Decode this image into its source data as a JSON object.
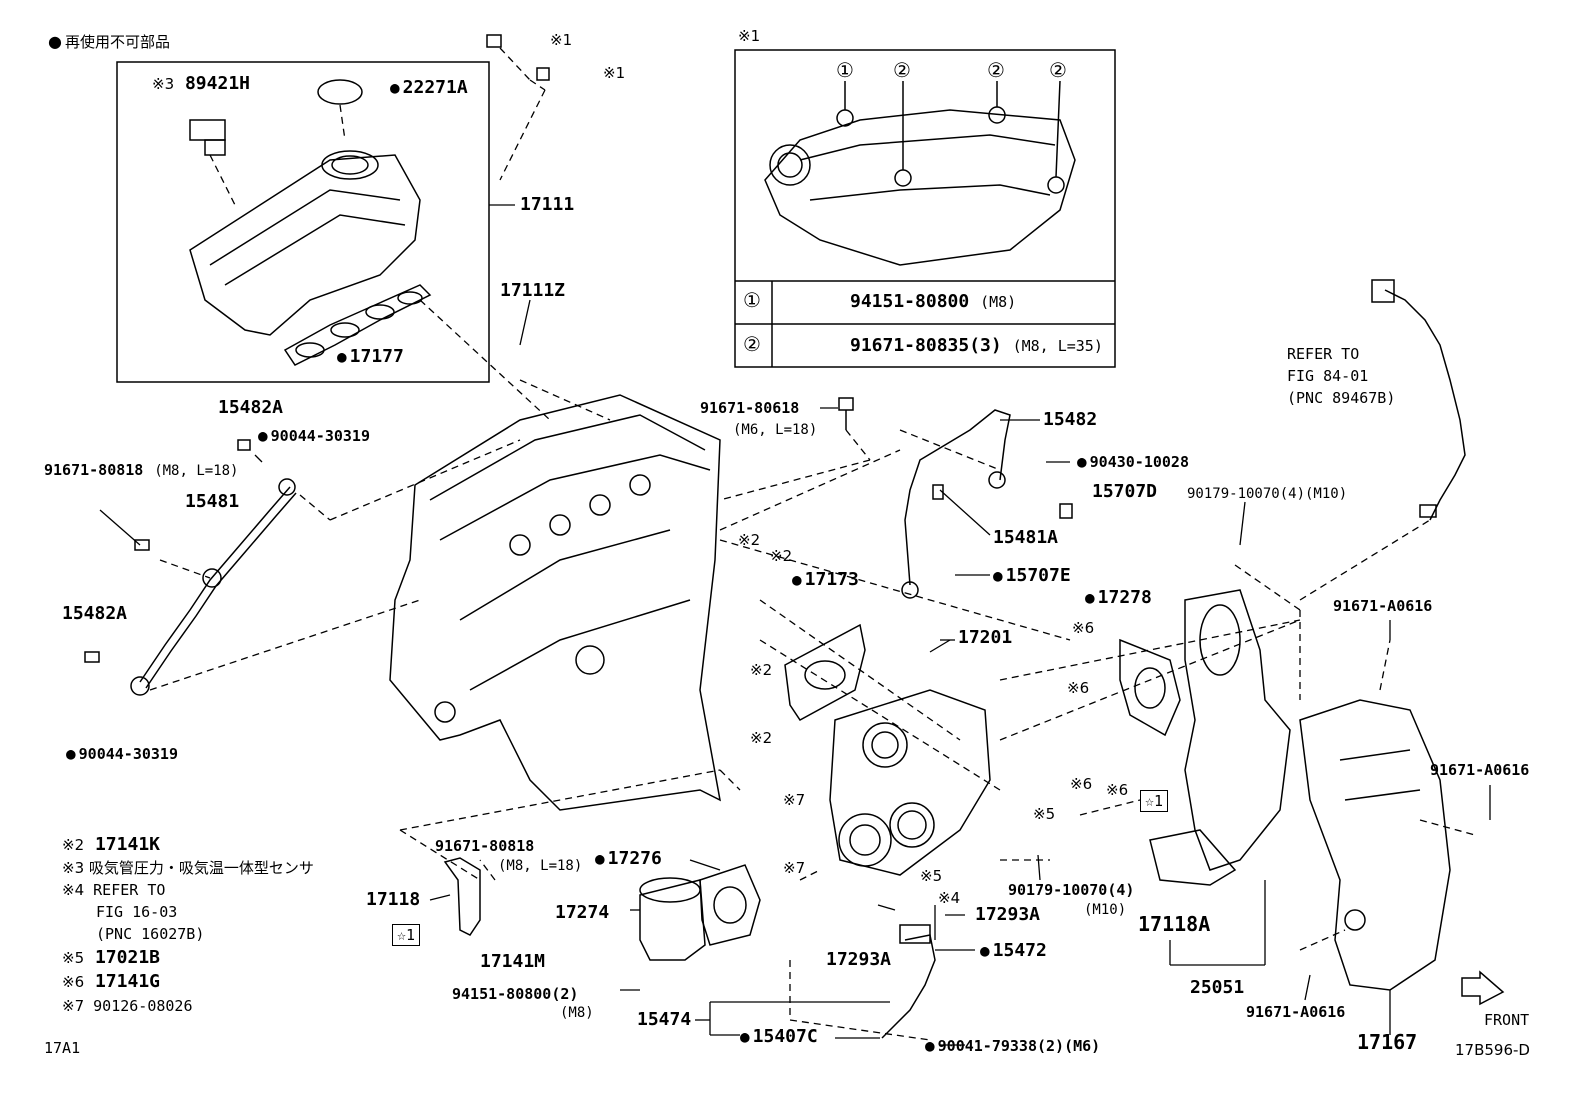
{
  "legend": {
    "non_reusable": "再使用不可部品"
  },
  "notes": {
    "n2": {
      "mark": "※2",
      "text": "17141K"
    },
    "n3": {
      "mark": "※3",
      "text": "吸気管圧力・吸気温一体型センサ"
    },
    "n4": {
      "mark": "※4",
      "text": "REFER TO",
      "line2": "FIG 16-03",
      "line3": "(PNC 16027B)"
    },
    "n5": {
      "mark": "※5",
      "text": "17021B"
    },
    "n6": {
      "mark": "※6",
      "text": "17141G"
    },
    "n7": {
      "mark": "※7",
      "text": "90126-08026"
    }
  },
  "inset": {
    "mark": "※1",
    "circles": [
      "①",
      "②",
      "②",
      "②"
    ],
    "rows": [
      {
        "num": "①",
        "part": "94151-80800",
        "spec": "(M8)"
      },
      {
        "num": "②",
        "part": "91671-80835(3)",
        "spec": "(M8, L=35)"
      }
    ]
  },
  "refer84": {
    "l1": "REFER TO",
    "l2": "FIG 84-01",
    "l3": "(PNC 89467B)"
  },
  "labels": {
    "x1a": "※1",
    "x1b": "※1",
    "p89421H": "89421H",
    "p89421H_mark": "※3",
    "p22271A": "22271A",
    "p17111": "17111",
    "p17111Z": "17111Z",
    "p17177": "17177",
    "p15482A_top": "15482A",
    "p90044_top": "90044-30319",
    "p91671_80818_left": "91671-80818",
    "p91671_80818_left_spec": "(M8, L=18)",
    "p15481": "15481",
    "p15482A_bot": "15482A",
    "p90044_bot": "90044-30319",
    "p91671_80618": "91671-80618",
    "p91671_80618_spec": "(M6, L=18)",
    "p15482": "15482",
    "p90430": "90430-10028",
    "p15707D": "15707D",
    "p15481A": "15481A",
    "p15707E": "15707E",
    "p90179_top": "90179-10070(4)(M10)",
    "x2a": "※2",
    "x2b": "※2",
    "x2c": "※2",
    "x2d": "※2",
    "p17173": "17173",
    "p17201": "17201",
    "p17278": "17278",
    "x6a": "※6",
    "x6b": "※6",
    "x6c": "※6",
    "x6d": "※6",
    "p91671_A0616_a": "91671-A0616",
    "p91671_A0616_b": "91671-A0616",
    "p91671_A0616_c": "91671-A0616",
    "x7a": "※7",
    "x7b": "※7",
    "x5a": "※5",
    "x5b": "※5",
    "x4": "※4",
    "star1a": "☆1",
    "star1b": "☆1",
    "p91671_80818_mid": "91671-80818",
    "p91671_80818_mid_spec": "(M8, L=18)",
    "p17276": "17276",
    "p17118": "17118",
    "p17274": "17274",
    "p17141M": "17141M",
    "p94151": "94151-80800(2)",
    "p94151_spec": "(M8)",
    "p15474": "15474",
    "p15407C": "15407C",
    "p17293A_a": "17293A",
    "p17293A_b": "17293A",
    "p15472": "15472",
    "p90179_bot": "90179-10070(4)",
    "p90179_bot_spec": "(M10)",
    "p17118A": "17118A",
    "p25051": "25051",
    "p90041": "90041-79338(2)(M6)",
    "p17167": "17167",
    "front": "FRONT",
    "code_left": "17A1",
    "code_right": "17B596-D"
  }
}
